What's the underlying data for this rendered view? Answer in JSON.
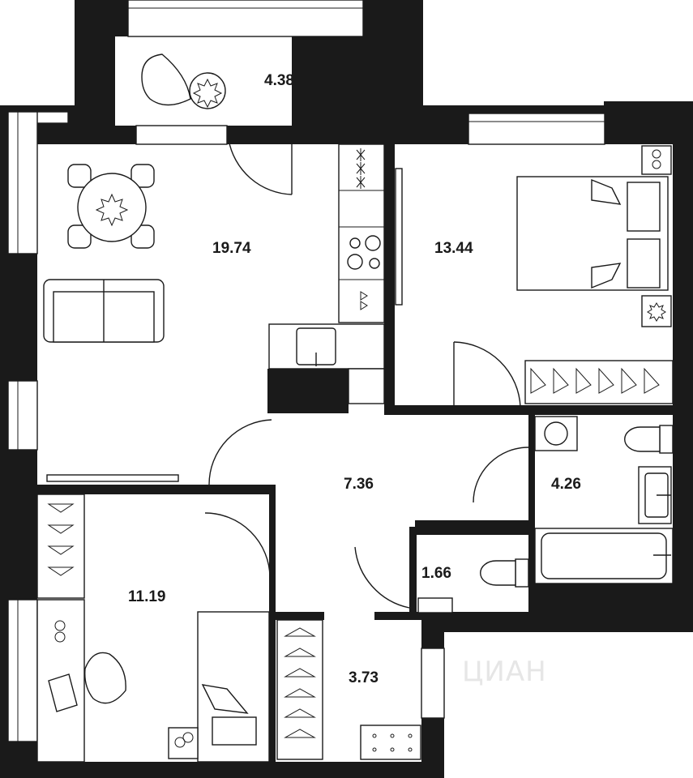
{
  "plan": {
    "rooms": [
      {
        "id": "balcony",
        "area": "4.38"
      },
      {
        "id": "kitchen-living",
        "area": "19.74"
      },
      {
        "id": "bedroom",
        "area": "13.44"
      },
      {
        "id": "hallway",
        "area": "7.36"
      },
      {
        "id": "bathroom",
        "area": "4.26"
      },
      {
        "id": "toilet",
        "area": "1.66"
      },
      {
        "id": "bedroom-2",
        "area": "11.19"
      },
      {
        "id": "storage",
        "area": "3.73"
      }
    ],
    "watermark": "ЦИАН",
    "colors": {
      "wall": "#1a1a1a",
      "floor": "#ffffff",
      "watermark": "#e6e6e6"
    }
  }
}
